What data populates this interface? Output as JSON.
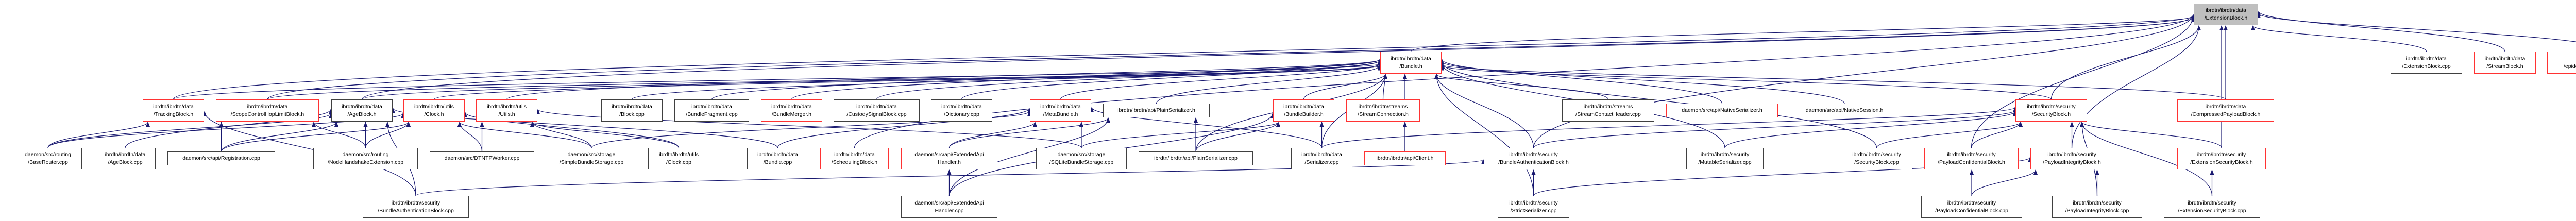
{
  "diagram": {
    "edge_color": "#191970",
    "root_fill": "#bfbfbf",
    "truncated_border_color": "#ff3333",
    "nodes": {
      "root": {
        "label": "ibrdtn/ibrdtn/data\n/ExtensionBlock.h",
        "style": "root"
      },
      "bundle_h": {
        "label": "ibrdtn/ibrdtn/data\n/Bundle.h",
        "style": "red"
      },
      "extblock_cpp": {
        "label": "ibrdtn/ibrdtn/data\n/ExtensionBlock.cpp",
        "style": "black"
      },
      "streamblock_h": {
        "label": "ibrdtn/ibrdtn/data\n/StreamBlock.h",
        "style": "red"
      },
      "epidemic": {
        "label": "daemon/src/routing\n/epidemic/EpidemicRoutingExtension.h",
        "style": "red"
      },
      "tracking": {
        "label": "ibrdtn/ibrdtn/data\n/TrackingBlock.h",
        "style": "red"
      },
      "scope": {
        "label": "ibrdtn/ibrdtn/data\n/ScopeControlHopLimitBlock.h",
        "style": "red"
      },
      "ageblock_h": {
        "label": "ibrdtn/ibrdtn/data\n/AgeBlock.h",
        "style": "black"
      },
      "clock_h": {
        "label": "ibrdtn/ibrdtn/utils\n/Clock.h",
        "style": "red"
      },
      "utils_h": {
        "label": "ibrdtn/ibrdtn/utils\n/Utils.h",
        "style": "red"
      },
      "block_cpp": {
        "label": "ibrdtn/ibrdtn/data\n/Block.cpp",
        "style": "black"
      },
      "bundlefragment": {
        "label": "ibrdtn/ibrdtn/data\n/BundleFragment.cpp",
        "style": "black"
      },
      "bundlemerger": {
        "label": "ibrdtn/ibrdtn/data\n/BundleMerger.h",
        "style": "red"
      },
      "custody": {
        "label": "ibrdtn/ibrdtn/data\n/CustodySignalBlock.cpp",
        "style": "black"
      },
      "dictionary": {
        "label": "ibrdtn/ibrdtn/data\n/Dictionary.cpp",
        "style": "black"
      },
      "metabundle": {
        "label": "ibrdtn/ibrdtn/data\n/MetaBundle.h",
        "style": "red"
      },
      "plainserializer_h": {
        "label": "ibrdtn/ibrdtn/api/PlainSerializer.h",
        "style": "black"
      },
      "bundlebuilder": {
        "label": "ibrdtn/ibrdtn/data\n/BundleBuilder.h",
        "style": "red"
      },
      "streamconnection": {
        "label": "ibrdtn/ibrdtn/streams\n/StreamConnection.h",
        "style": "red"
      },
      "streamcontactheader": {
        "label": "ibrdtn/ibrdtn/streams\n/StreamContactHeader.cpp",
        "style": "black"
      },
      "nativeserializer": {
        "label": "daemon/src/api/NativeSerializer.h",
        "style": "red"
      },
      "nativesession": {
        "label": "daemon/src/api/NativeSession.h",
        "style": "red"
      },
      "securityblock_h": {
        "label": "ibrdtn/ibrdtn/security\n/SecurityBlock.h",
        "style": "red"
      },
      "compressed": {
        "label": "ibrdtn/ibrdtn/data\n/CompressedPayloadBlock.h",
        "style": "red"
      },
      "baserouter": {
        "label": "daemon/src/routing\n/BaseRouter.cpp",
        "style": "black"
      },
      "ageblock_cpp": {
        "label": "ibrdtn/ibrdtn/data\n/AgeBlock.cpp",
        "style": "black"
      },
      "registration": {
        "label": "daemon/src/api/Registration.cpp",
        "style": "black"
      },
      "nodehandshake": {
        "label": "daemon/src/routing\n/NodeHandshakeExtension.cpp",
        "style": "black"
      },
      "dtntp": {
        "label": "daemon/src/DTNTPWorker.cpp",
        "style": "black"
      },
      "simplebundlestorage": {
        "label": "daemon/src/storage\n/SimpleBundleStorage.cpp",
        "style": "black"
      },
      "clock_cpp": {
        "label": "ibrdtn/ibrdtn/utils\n/Clock.cpp",
        "style": "black"
      },
      "bundle_cpp": {
        "label": "ibrdtn/ibrdtn/data\n/Bundle.cpp",
        "style": "black"
      },
      "scheduling_h": {
        "label": "ibrdtn/ibrdtn/data\n/SchedulingBlock.h",
        "style": "red"
      },
      "extendedapi_h": {
        "label": "daemon/src/api/ExtendedApi\nHandler.h",
        "style": "red"
      },
      "sqlite": {
        "label": "daemon/src/storage\n/SQLiteBundleStorage.cpp",
        "style": "black"
      },
      "plainserializer_cpp": {
        "label": "ibrdtn/ibrdtn/api/PlainSerializer.cpp",
        "style": "black"
      },
      "serializer_cpp": {
        "label": "ibrdtn/ibrdtn/data\n/Serializer.cpp",
        "style": "black"
      },
      "client_h": {
        "label": "ibrdtn/ibrdtn/api/Client.h",
        "style": "red"
      },
      "bab_h": {
        "label": "ibrdtn/ibrdtn/security\n/BundleAuthenticationBlock.h",
        "style": "red"
      },
      "mutable": {
        "label": "ibrdtn/ibrdtn/security\n/MutableSerializer.cpp",
        "style": "black"
      },
      "securityblock_cpp": {
        "label": "ibrdtn/ibrdtn/security\n/SecurityBlock.cpp",
        "style": "black"
      },
      "pcb_h": {
        "label": "ibrdtn/ibrdtn/security\n/PayloadConfidentialBlock.h",
        "style": "red"
      },
      "pib_h": {
        "label": "ibrdtn/ibrdtn/security\n/PayloadIntegrityBlock.h",
        "style": "red"
      },
      "esb_h": {
        "label": "ibrdtn/ibrdtn/security\n/ExtensionSecurityBlock.h",
        "style": "red"
      },
      "bab_cpp": {
        "label": "ibrdtn/ibrdtn/security\n/BundleAuthenticationBlock.cpp",
        "style": "black"
      },
      "extendedapi_cpp": {
        "label": "daemon/src/api/ExtendedApi\nHandler.cpp",
        "style": "black"
      },
      "strict": {
        "label": "ibrdtn/ibrdtn/security\n/StrictSerializer.cpp",
        "style": "black"
      },
      "pcb_cpp": {
        "label": "ibrdtn/ibrdtn/security\n/PayloadConfidentialBlock.cpp",
        "style": "black"
      },
      "pib_cpp": {
        "label": "ibrdtn/ibrdtn/security\n/PayloadIntegrityBlock.cpp",
        "style": "black"
      },
      "esb_cpp": {
        "label": "ibrdtn/ibrdtn/security\n/ExtensionSecurityBlock.cpp",
        "style": "black"
      }
    },
    "edges": [
      [
        "bundle_h",
        "root"
      ],
      [
        "extblock_cpp",
        "root"
      ],
      [
        "streamblock_h",
        "root"
      ],
      [
        "epidemic",
        "root"
      ],
      [
        "compressed",
        "root"
      ],
      [
        "securityblock_h",
        "root"
      ],
      [
        "ageblock_h",
        "root"
      ],
      [
        "tracking",
        "root"
      ],
      [
        "scope",
        "root"
      ],
      [
        "scheduling_h",
        "root"
      ],
      [
        "pib_h",
        "root"
      ],
      [
        "pcb_h",
        "root"
      ],
      [
        "esb_h",
        "root"
      ],
      [
        "bab_h",
        "root"
      ],
      [
        "tracking",
        "bundle_h"
      ],
      [
        "scope",
        "bundle_h"
      ],
      [
        "ageblock_h",
        "bundle_h"
      ],
      [
        "clock_h",
        "bundle_h"
      ],
      [
        "utils_h",
        "bundle_h"
      ],
      [
        "block_cpp",
        "bundle_h"
      ],
      [
        "bundlefragment",
        "bundle_h"
      ],
      [
        "bundlemerger",
        "bundle_h"
      ],
      [
        "custody",
        "bundle_h"
      ],
      [
        "dictionary",
        "bundle_h"
      ],
      [
        "metabundle",
        "bundle_h"
      ],
      [
        "plainserializer_h",
        "bundle_h"
      ],
      [
        "bundlebuilder",
        "bundle_h"
      ],
      [
        "streamconnection",
        "bundle_h"
      ],
      [
        "streamcontactheader",
        "bundle_h"
      ],
      [
        "nativeserializer",
        "bundle_h"
      ],
      [
        "nativesession",
        "bundle_h"
      ],
      [
        "securityblock_h",
        "bundle_h"
      ],
      [
        "bab_h",
        "bundle_h"
      ],
      [
        "mutable",
        "bundle_h"
      ],
      [
        "client_h",
        "bundle_h"
      ],
      [
        "strict",
        "bundle_h"
      ],
      [
        "serializer_cpp",
        "bundle_h"
      ],
      [
        "compressed",
        "bundle_h"
      ],
      [
        "baserouter",
        "tracking"
      ],
      [
        "baserouter",
        "ageblock_h"
      ],
      [
        "baserouter",
        "clock_h"
      ],
      [
        "ageblock_cpp",
        "ageblock_h"
      ],
      [
        "registration",
        "scope"
      ],
      [
        "registration",
        "ageblock_h"
      ],
      [
        "registration",
        "clock_h"
      ],
      [
        "nodehandshake",
        "scope"
      ],
      [
        "nodehandshake",
        "ageblock_h"
      ],
      [
        "nodehandshake",
        "clock_h"
      ],
      [
        "dtntp",
        "clock_h"
      ],
      [
        "dtntp",
        "utils_h"
      ],
      [
        "simplebundlestorage",
        "utils_h"
      ],
      [
        "simplebundlestorage",
        "clock_h"
      ],
      [
        "simplebundlestorage",
        "metabundle"
      ],
      [
        "clock_cpp",
        "clock_h"
      ],
      [
        "clock_cpp",
        "utils_h"
      ],
      [
        "bundle_cpp",
        "ageblock_h"
      ],
      [
        "bundle_cpp",
        "metabundle"
      ],
      [
        "extendedapi_h",
        "plainserializer_h"
      ],
      [
        "extendedapi_h",
        "metabundle"
      ],
      [
        "sqlite",
        "metabundle"
      ],
      [
        "sqlite",
        "bundlebuilder"
      ],
      [
        "sqlite",
        "utils_h"
      ],
      [
        "plainserializer_cpp",
        "plainserializer_h"
      ],
      [
        "plainserializer_cpp",
        "bundlebuilder"
      ],
      [
        "plainserializer_cpp",
        "bundle_h"
      ],
      [
        "serializer_cpp",
        "bundlebuilder"
      ],
      [
        "serializer_cpp",
        "metabundle"
      ],
      [
        "serializer_cpp",
        "securityblock_h"
      ],
      [
        "client_h",
        "streamconnection"
      ],
      [
        "bab_h",
        "securityblock_h"
      ],
      [
        "mutable",
        "securityblock_h"
      ],
      [
        "securityblock_cpp",
        "securityblock_h"
      ],
      [
        "securityblock_cpp",
        "bundle_h"
      ],
      [
        "pcb_h",
        "securityblock_h"
      ],
      [
        "pib_h",
        "securityblock_h"
      ],
      [
        "esb_h",
        "securityblock_h"
      ],
      [
        "bab_cpp",
        "bab_h"
      ],
      [
        "bab_cpp",
        "ageblock_h"
      ],
      [
        "bab_cpp",
        "tracking"
      ],
      [
        "extendedapi_cpp",
        "extendedapi_h"
      ],
      [
        "extendedapi_cpp",
        "plainserializer_h"
      ],
      [
        "extendedapi_cpp",
        "bundlebuilder"
      ],
      [
        "strict",
        "bab_h"
      ],
      [
        "strict",
        "pib_h"
      ],
      [
        "pcb_cpp",
        "pcb_h"
      ],
      [
        "pcb_cpp",
        "pib_h"
      ],
      [
        "pib_cpp",
        "pib_h"
      ],
      [
        "pib_cpp",
        "securityblock_h"
      ],
      [
        "esb_cpp",
        "esb_h"
      ],
      [
        "esb_cpp",
        "securityblock_h"
      ]
    ]
  }
}
